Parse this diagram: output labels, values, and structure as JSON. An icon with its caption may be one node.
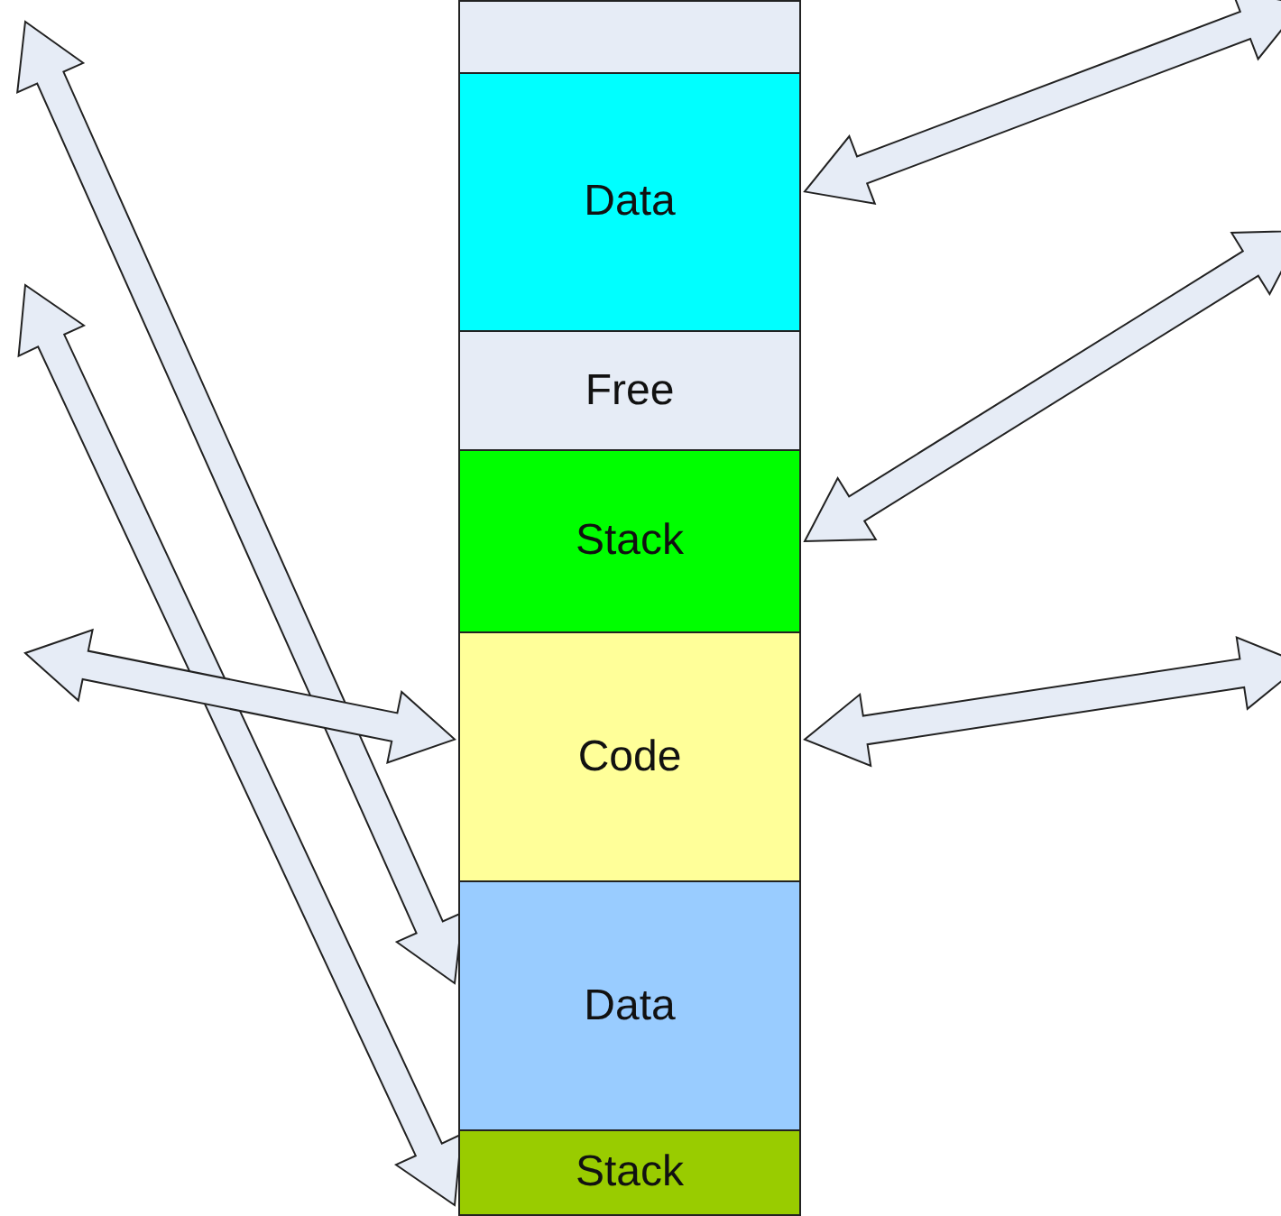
{
  "diagram": {
    "nodes": [
      {
        "text": [],
        "shape": "box"
      },
      {
        "text": [
          "Data"
        ]
      },
      {
        "text": [
          "Free"
        ]
      },
      {
        "text": [
          "Stack"
        ]
      },
      {
        "text": [
          "Code"
        ]
      },
      {
        "text": [
          "Data"
        ]
      },
      {
        "text": [
          "Stack"
        ]
      }
    ],
    "edges": [
      {
        "from": null,
        "to": 5,
        "arrow": "both"
      },
      {
        "from": null,
        "to": 6,
        "arrow": "both"
      },
      {
        "from": null,
        "to": 4,
        "arrow": "both"
      },
      {
        "from": null,
        "to": 1,
        "arrow": "both"
      },
      {
        "from": null,
        "to": 3,
        "arrow": "both"
      },
      {
        "from": null,
        "to": 4,
        "arrow": "both"
      }
    ]
  }
}
